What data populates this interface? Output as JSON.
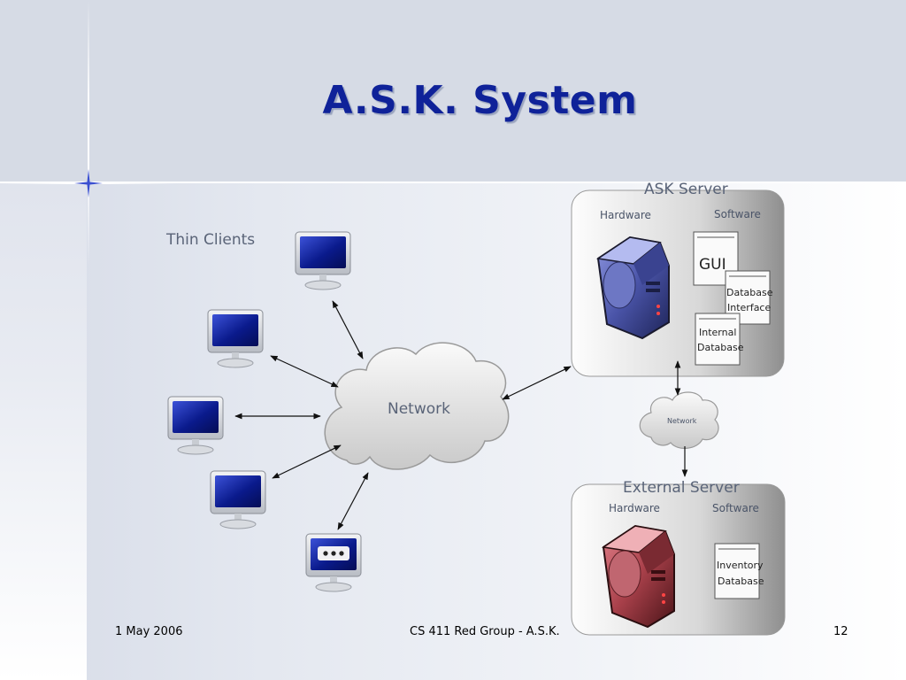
{
  "slide": {
    "title": "A.S.K. System"
  },
  "diagram": {
    "thin_clients_label": "Thin Clients",
    "network_label": "Network",
    "small_network_label": "Network",
    "ask_server": {
      "title": "ASK Server",
      "hardware_label": "Hardware",
      "software_label": "Software",
      "docs": {
        "gui": "GUI",
        "db_interface_line1": "Database",
        "db_interface_line2": "Interface",
        "internal_line1": "Internal",
        "internal_line2": "Database"
      }
    },
    "external_server": {
      "title": "External Server",
      "hardware_label": "Hardware",
      "software_label": "Software",
      "docs": {
        "inventory_line1": "Inventory",
        "inventory_line2": "Database"
      }
    }
  },
  "footer": {
    "date": "1 May 2006",
    "center": "CS 411 Red Group - A.S.K.",
    "page": "12"
  },
  "colors": {
    "title": "#0f2299",
    "ask_server_body": "#5a64b4",
    "external_server_body": "#a8404a",
    "monitor_screen": "#0a1a8c"
  },
  "icons": {
    "monitor": "monitor-icon",
    "server": "server-icon",
    "cloud": "cloud-icon",
    "document": "document-icon"
  }
}
